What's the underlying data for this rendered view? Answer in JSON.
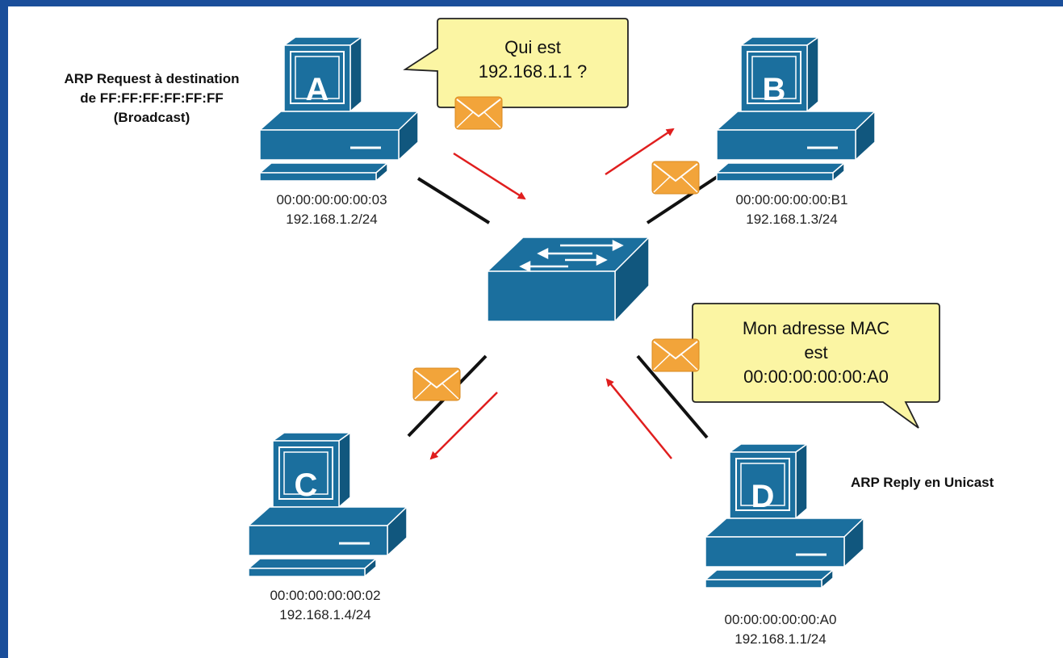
{
  "annotations": {
    "request": [
      "ARP Request à destination",
      "de FF:FF:FF:FF:FF:FF",
      "(Broadcast)"
    ],
    "reply": "ARP Reply en Unicast"
  },
  "bubbles": {
    "question": [
      "Qui est",
      "192.168.1.1 ?"
    ],
    "answer": [
      "Mon adresse MAC",
      "est",
      "00:00:00:00:00:A0"
    ]
  },
  "hosts": {
    "A": {
      "letter": "A",
      "mac": "00:00:00:00:00:03",
      "ip": "192.168.1.2/24"
    },
    "B": {
      "letter": "B",
      "mac": "00:00:00:00:00:B1",
      "ip": "192.168.1.3/24"
    },
    "C": {
      "letter": "C",
      "mac": "00:00:00:00:00:02",
      "ip": "192.168.1.4/24"
    },
    "D": {
      "letter": "D",
      "mac": "00:00:00:00:00:A0",
      "ip": "192.168.1.1/24"
    }
  },
  "colors": {
    "frame": "#1a4e9a",
    "device": "#1b6f9e",
    "bubble": "#fbf5a3",
    "arrow": "#e01e1e",
    "envelope": "#f2a43a"
  },
  "icons": [
    "computer-icon",
    "switch-icon",
    "envelope-icon",
    "speech-bubble"
  ]
}
